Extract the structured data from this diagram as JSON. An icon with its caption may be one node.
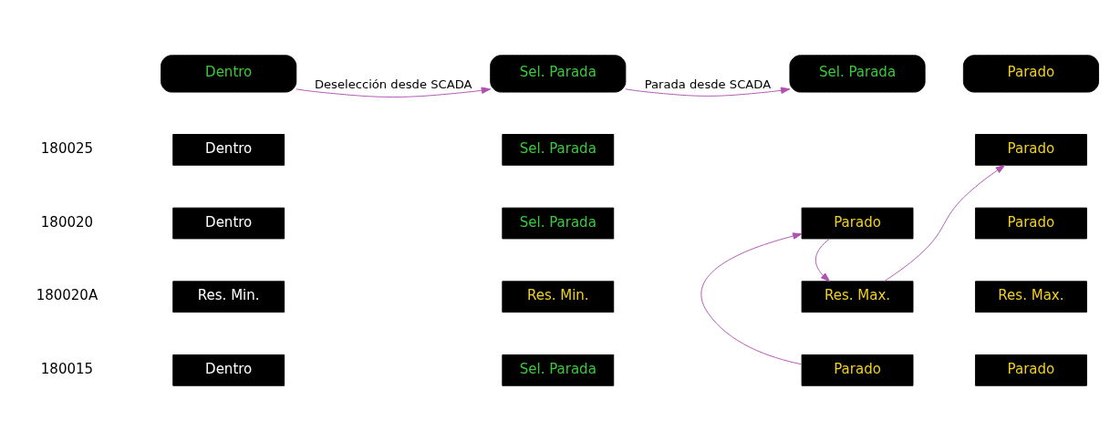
{
  "diagram": {
    "nodes": [
      {
        "text": [
          "Dentro"
        ]
      },
      {
        "text": [
          "Sel. Parada"
        ]
      },
      {
        "text": [
          "Sel. Parada"
        ]
      },
      {
        "text": [
          "Parado"
        ]
      },
      {
        "text": [
          "Dentro"
        ]
      },
      {
        "text": [
          "Sel. Parada"
        ]
      },
      {
        "text": [
          "Parado"
        ]
      },
      {
        "text": [
          "Dentro"
        ]
      },
      {
        "text": [
          "Sel. Parada"
        ]
      },
      {
        "text": [
          "Parado"
        ]
      },
      {
        "text": [
          "Parado"
        ]
      },
      {
        "text": [
          "Res. Min."
        ]
      },
      {
        "text": [
          "Res. Min."
        ]
      },
      {
        "text": [
          "Res. Max."
        ]
      },
      {
        "text": [
          "Res. Max."
        ]
      },
      {
        "text": [
          "Dentro"
        ]
      },
      {
        "text": [
          "Sel. Parada"
        ]
      },
      {
        "text": [
          "Parado"
        ]
      },
      {
        "text": [
          "Parado"
        ]
      }
    ],
    "edges": [
      {
        "from": 0,
        "to": 1,
        "arrow": "to",
        "label": "Deselección desde SCADA"
      },
      {
        "from": 1,
        "to": 2,
        "arrow": "to",
        "label": "Parada desde SCADA"
      },
      {
        "from": 17,
        "to": 9,
        "arrow": "to"
      },
      {
        "from": 9,
        "to": 13,
        "arrow": "to"
      },
      {
        "from": 13,
        "to": 6,
        "arrow": "to"
      }
    ],
    "labels": [
      "180025",
      "180020",
      "180020A",
      "180015"
    ]
  }
}
